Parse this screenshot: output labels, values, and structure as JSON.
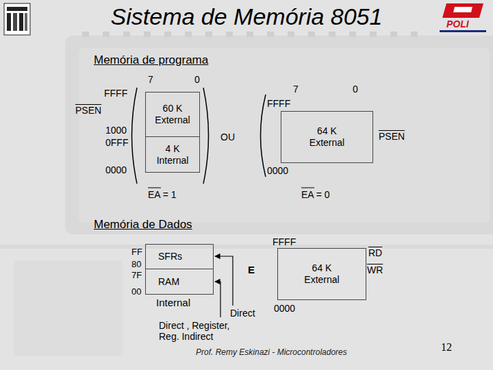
{
  "diagram": {
    "title": "Sistema de Memória 8051",
    "nodes": [
      {
        "text": [
          "60 K External"
        ]
      },
      {
        "text": [
          "4 K Internal"
        ]
      },
      {
        "text": [
          "64 K External"
        ]
      },
      {
        "text": [
          "Internal"
        ]
      },
      {
        "text": [
          "SFRs"
        ],
        "in": 3
      },
      {
        "text": [
          "RAM"
        ],
        "in": 3
      },
      {
        "text": [
          "64 K External"
        ]
      }
    ],
    "labels": [
      "POLI",
      "Memória de programa",
      "7",
      "0",
      "FFFF",
      "PSEN",
      "1000",
      "0FFF",
      "0000",
      "EA = 1",
      "OU",
      "7",
      "0",
      "FFFF",
      "PSEN",
      "0000",
      "EA = 0",
      "Memória de Dados",
      "FF",
      "80",
      "7F",
      "00",
      "E",
      "Direct",
      "Direct , Register, Reg. Indirect",
      "FFFF",
      "0000",
      "RD",
      "WR",
      "Prof. Remy Eskinazi - Microcontroladores",
      "12"
    ]
  }
}
